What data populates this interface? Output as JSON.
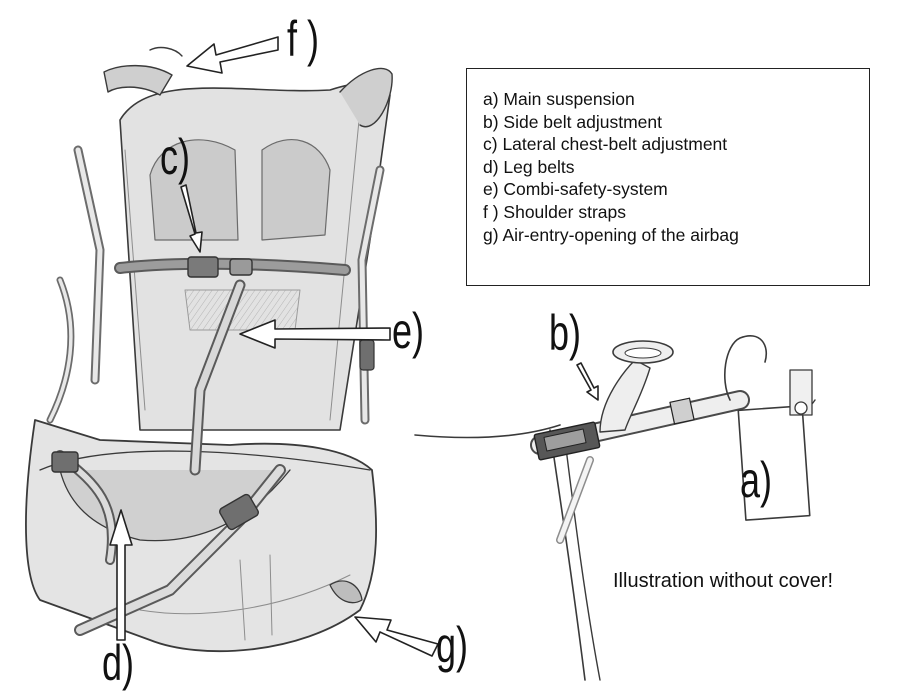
{
  "legend": {
    "items": [
      "a) Main suspension",
      "b) Side belt adjustment",
      "c) Lateral chest-belt adjustment",
      "d) Leg belts",
      "e) Combi-safety-system",
      "f ) Shoulder straps",
      "g) Air-entry-opening of the airbag"
    ]
  },
  "callouts": {
    "a": "a)",
    "b": "b)",
    "c": "c)",
    "d": "d)",
    "e": "e)",
    "f": "f )",
    "g": "g)"
  },
  "note": "Illustration without cover!",
  "colors": {
    "ink": "#111111",
    "strap": "#7a7a7a",
    "shade": "#d4d4d4"
  },
  "icons": [
    "harness-illustration",
    "side-belt-detail-illustration",
    "pointer-arrow"
  ]
}
